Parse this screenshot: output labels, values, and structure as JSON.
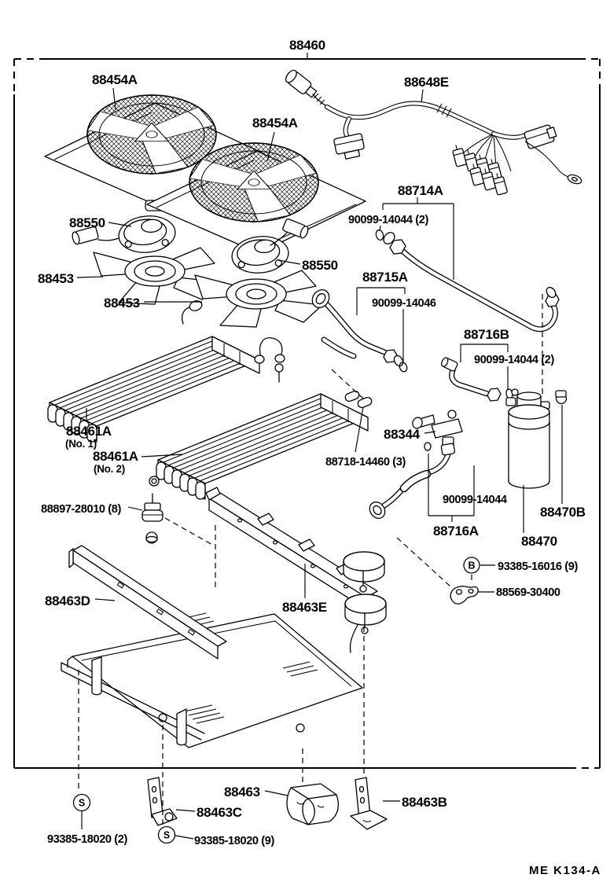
{
  "diagram": {
    "type": "parts-diagram",
    "assembly_number": "88460",
    "figure_code": "ME K134-A",
    "colors": {
      "line": "#000000",
      "background": "#ffffff"
    },
    "fastener_symbols": {
      "screw": "S",
      "bolt": "B"
    }
  },
  "labels": {
    "assembly": "88460",
    "fan_shroud_left": "88454A",
    "fan_shroud_right": "88454A",
    "wire_harness": "88648E",
    "discharge_pipe": "88714A",
    "oring_discharge": "90099-14044 (2)",
    "fan_motor_left": "88550",
    "fan_motor_right": "88550",
    "fan_left": "88453",
    "fan_right": "88453",
    "suction_pipe": "88715A",
    "oring_suction": "90099-14046",
    "liquid_pipe_b": "88716B",
    "oring_liquid_b": "90099-14044 (2)",
    "condenser_1": "88461A",
    "condenser_1_no": "(No. 1)",
    "condenser_2": "88461A",
    "condenser_2_no": "(No. 2)",
    "check_valve": "88344",
    "pipe_sleeve": "88718-14460 (3)",
    "cushion": "88897-28010 (8)",
    "oring_liquid_a": "90099-14044",
    "liquid_pipe_a": "88716A",
    "drier_switch": "88470B",
    "receiver_drier": "88470",
    "bolt_with_washer": "93385-16016 (9)",
    "pipe_clamp": "88569-30400",
    "bracket_d": "88463D",
    "bracket_e": "88463E",
    "bracket_main": "88463",
    "bracket_c": "88463C",
    "bracket_b": "88463B",
    "screw_left": "93385-18020 (2)",
    "screw_center": "93385-18020 (9)",
    "figure_code": "ME K134-A",
    "symbol_screw_left": "S",
    "symbol_screw_center": "S",
    "symbol_bolt": "B"
  }
}
